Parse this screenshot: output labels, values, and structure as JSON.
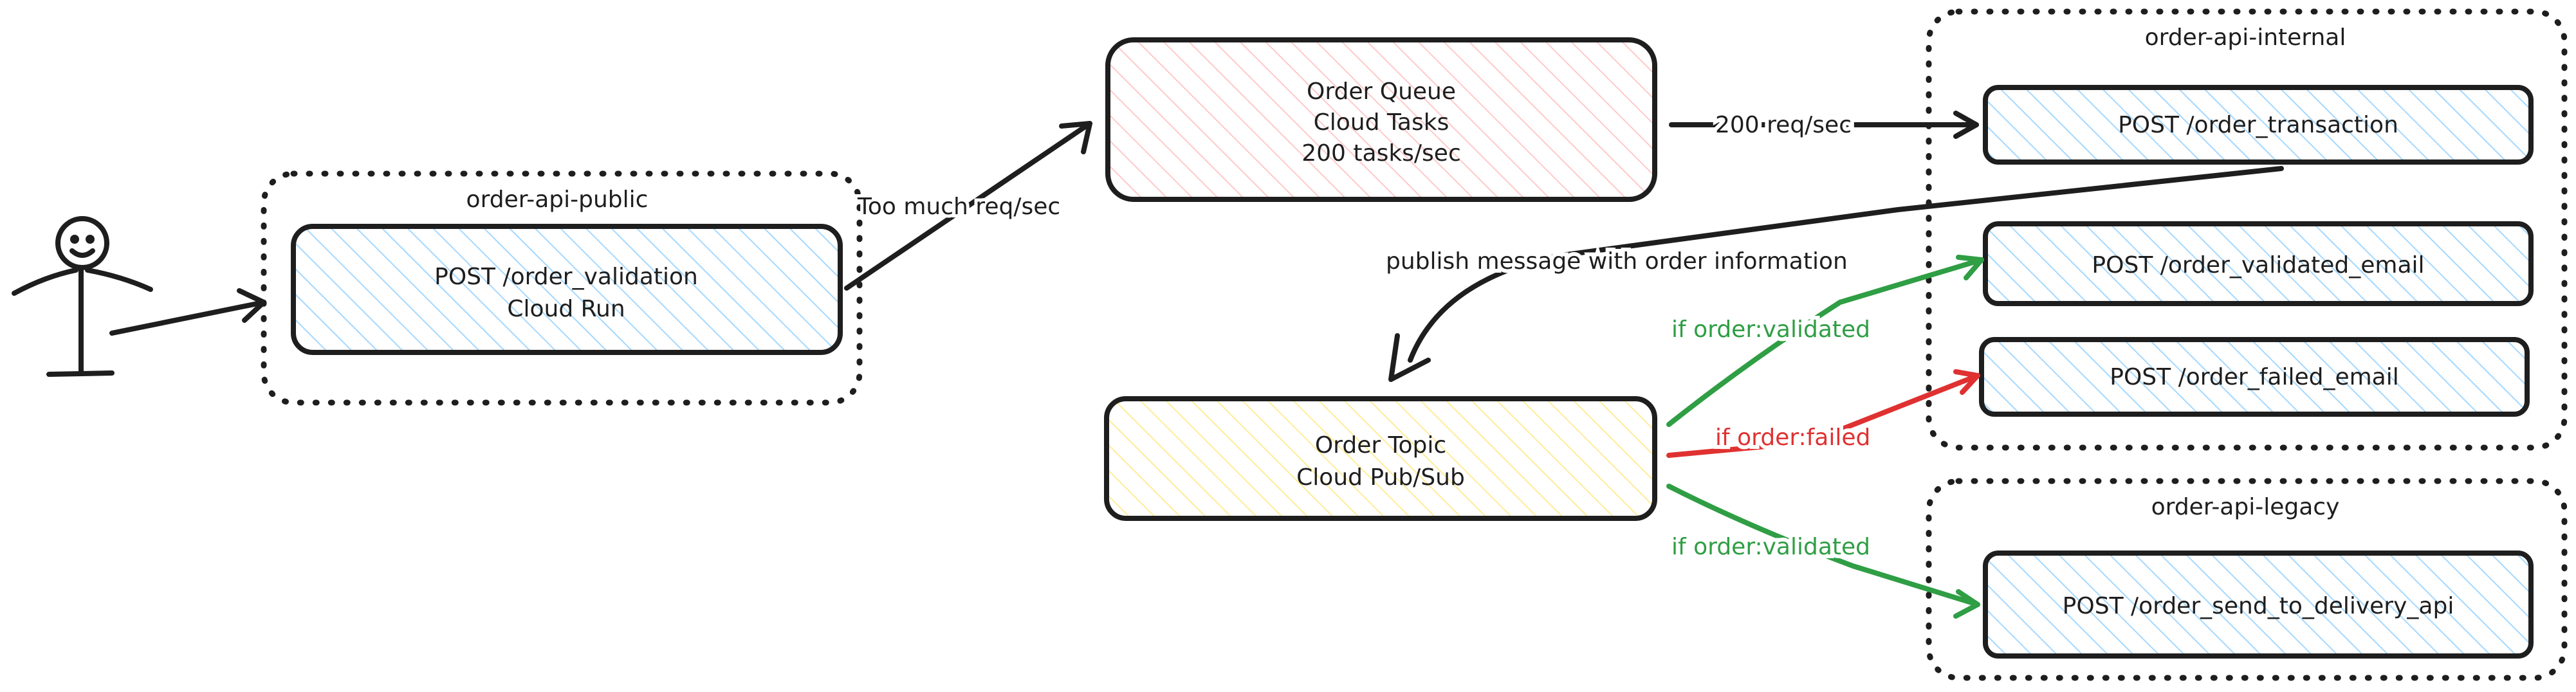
{
  "colors": {
    "ink": "#1e1e1e",
    "blue_fill": "#a5d8ff",
    "red_fill": "#ffc9c9",
    "yellow_fill": "#ffec99",
    "green": "#2f9e44",
    "red": "#e03131"
  },
  "icons": {
    "actor": "stick-figure-user-icon"
  },
  "groups": {
    "public": "order-api-public",
    "internal": "order-api-internal",
    "legacy": "order-api-legacy"
  },
  "nodes": {
    "order_validation": {
      "line1": "POST /order_validation",
      "line2": "Cloud Run"
    },
    "order_queue": {
      "line1": "Order Queue",
      "line2": "Cloud Tasks",
      "line3": "200 tasks/sec"
    },
    "order_topic": {
      "line1": "Order Topic",
      "line2": "Cloud Pub/Sub"
    },
    "order_transaction": "POST /order_transaction",
    "order_validated_email": "POST /order_validated_email",
    "order_failed_email": "POST /order_failed_email",
    "order_send_to_delivery_api": "POST /order_send_to_delivery_api"
  },
  "edges": {
    "too_much": "Too much req/sec",
    "rate_200": "200 req/sec",
    "publish": "publish message with order information",
    "if_validated_1": "if order:validated",
    "if_failed": "if order:failed",
    "if_validated_2": "if order:validated"
  }
}
